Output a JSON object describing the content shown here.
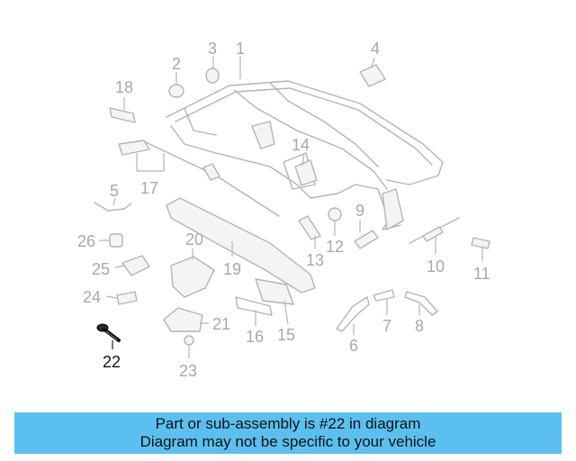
{
  "diagram": {
    "callouts": [
      "1",
      "2",
      "3",
      "4",
      "5",
      "6",
      "7",
      "8",
      "9",
      "10",
      "11",
      "12",
      "13",
      "14",
      "15",
      "16",
      "17",
      "18",
      "19",
      "20",
      "21",
      "22",
      "23",
      "24",
      "25",
      "26"
    ],
    "highlighted_part": "22"
  },
  "banner": {
    "line1": "Part or sub-assembly is #22 in diagram",
    "line2": "Diagram may not be specific to your vehicle",
    "color": "#5bc0f0"
  }
}
